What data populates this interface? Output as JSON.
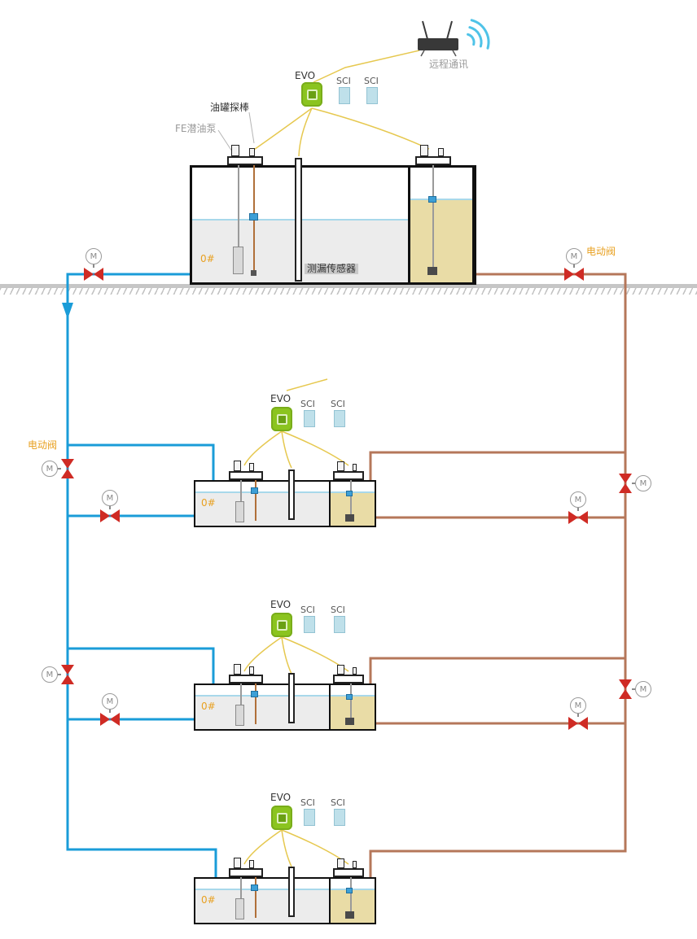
{
  "labels": {
    "remote_comm": "远程通讯",
    "evo": "EVO",
    "sci": "SCI",
    "tank_probe": "油罐探棒",
    "fe_pump": "FE潜油泵",
    "leak_sensor": "测漏传感器",
    "electric_valve": "电动阀",
    "motor": "M",
    "fuel_grade": "0#"
  },
  "colors": {
    "supply_pipe": "#1a9cd8",
    "return_pipe": "#b5775a",
    "signal_wire": "#e6c84f",
    "valve_red": "#cf2b24",
    "evo_green": "#8bc41f",
    "oil_tan": "#e9dca6",
    "liquid_gray": "#ececec",
    "waterline_blue": "#a8d8ea",
    "label_orange": "#e8a020",
    "wifi_blue": "#4fc3e8"
  }
}
